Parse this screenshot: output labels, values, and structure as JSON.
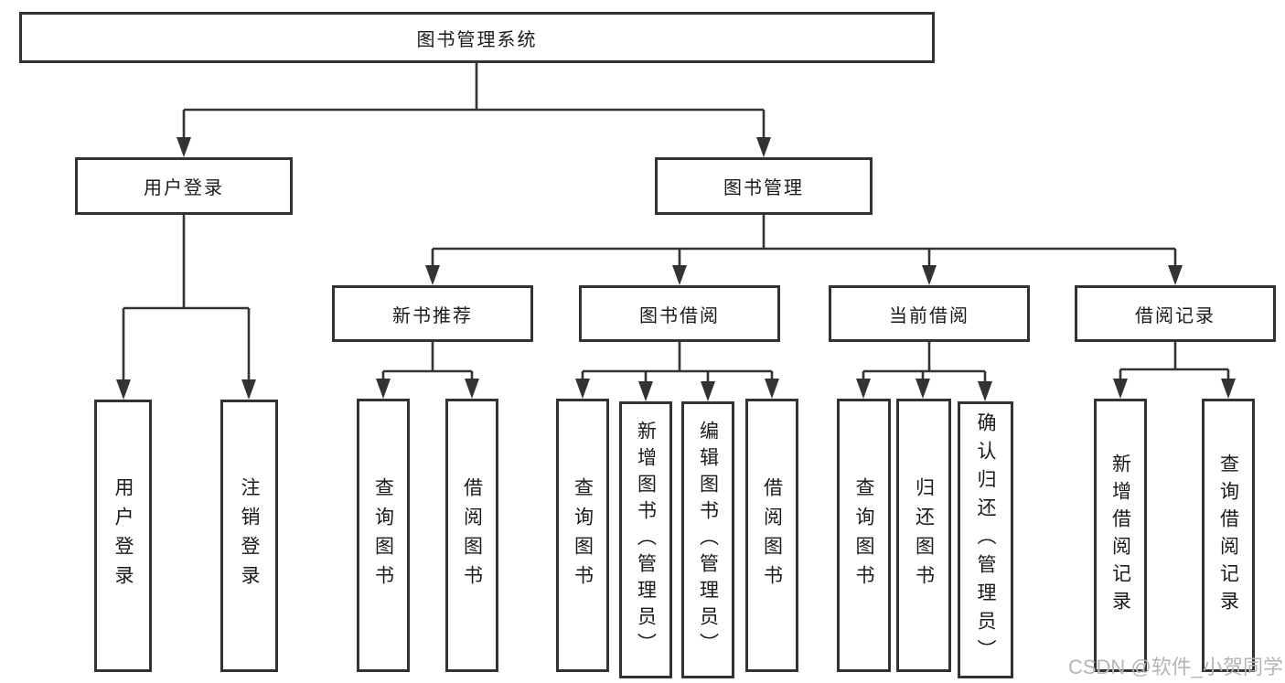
{
  "diagram": {
    "root": {
      "label": "图书管理系统"
    },
    "branches": [
      {
        "label": "用户登录",
        "children": [
          {
            "label": "用户登录"
          },
          {
            "label": "注销登录"
          }
        ]
      },
      {
        "label": "图书管理",
        "children": [
          {
            "label": "新书推荐",
            "children": [
              {
                "label": "查询图书"
              },
              {
                "label": "借阅图书"
              }
            ]
          },
          {
            "label": "图书借阅",
            "children": [
              {
                "label": "查询图书"
              },
              {
                "label": "新增图书（管理员）"
              },
              {
                "label": "编辑图书（管理员）"
              },
              {
                "label": "借阅图书"
              }
            ]
          },
          {
            "label": "当前借阅",
            "children": [
              {
                "label": "查询图书"
              },
              {
                "label": "归还图书"
              },
              {
                "label": "确认归还（管理员）"
              }
            ]
          },
          {
            "label": "借阅记录",
            "children": [
              {
                "label": "新增借阅记录"
              },
              {
                "label": "查询借阅记录"
              }
            ]
          }
        ]
      }
    ],
    "watermark": "CSDN @软件_小贺同学"
  },
  "colors": {
    "line": "#333333",
    "text": "#1a1a1a",
    "watermark": "#b5b5b5",
    "background": "#ffffff"
  }
}
